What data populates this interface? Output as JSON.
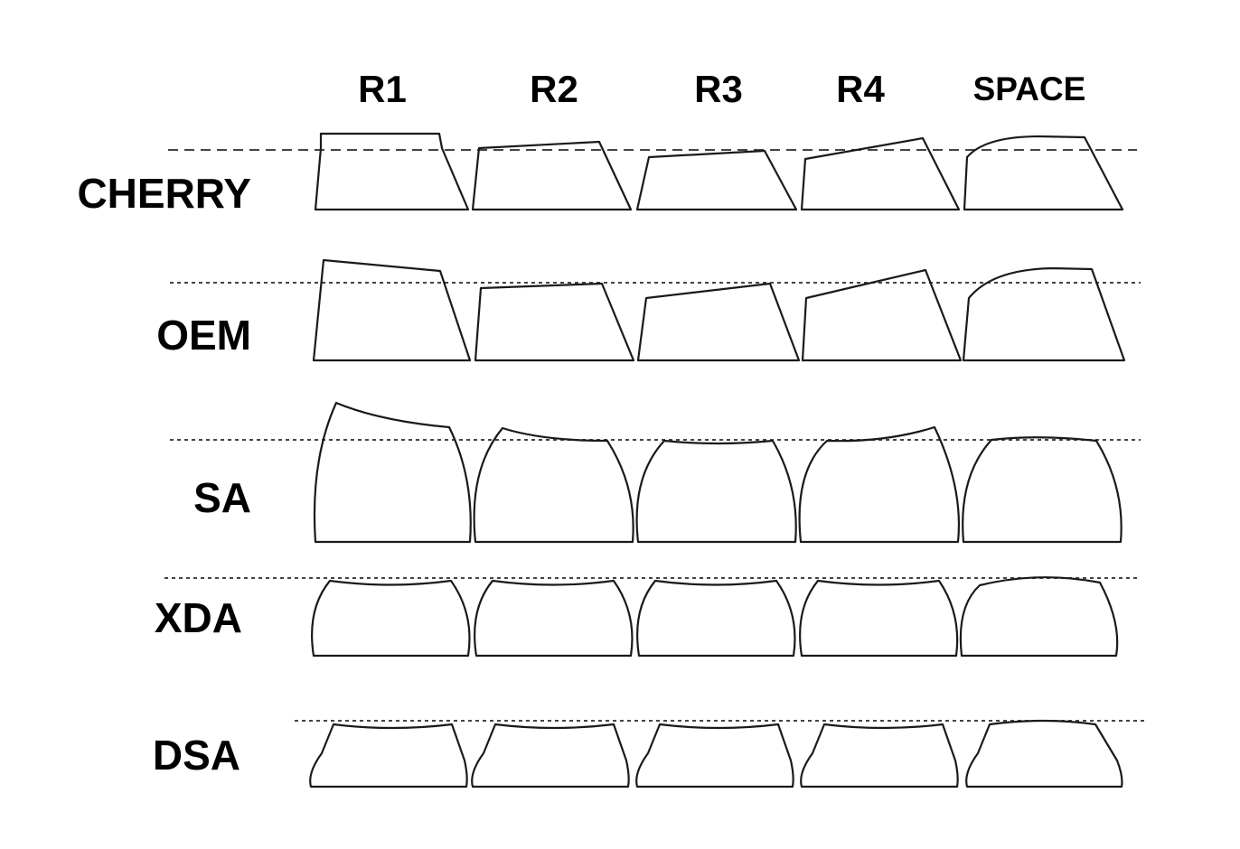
{
  "columns": [
    {
      "id": "r1",
      "label": "R1"
    },
    {
      "id": "r2",
      "label": "R2"
    },
    {
      "id": "r3",
      "label": "R3"
    },
    {
      "id": "r4",
      "label": "R4"
    },
    {
      "id": "space",
      "label": "SPACE"
    }
  ],
  "profiles": [
    {
      "id": "cherry",
      "label": "CHERRY",
      "reference_line": "dashed"
    },
    {
      "id": "oem",
      "label": "OEM",
      "reference_line": "dotted"
    },
    {
      "id": "sa",
      "label": "SA",
      "reference_line": "dotted"
    },
    {
      "id": "xda",
      "label": "XDA",
      "reference_line": "dotted"
    },
    {
      "id": "dsa",
      "label": "DSA",
      "reference_line": "dotted"
    }
  ],
  "colors": {
    "background": "#ffffff",
    "outline": "#1a1a1a",
    "reference_line": "#444444",
    "text": "#000000"
  }
}
